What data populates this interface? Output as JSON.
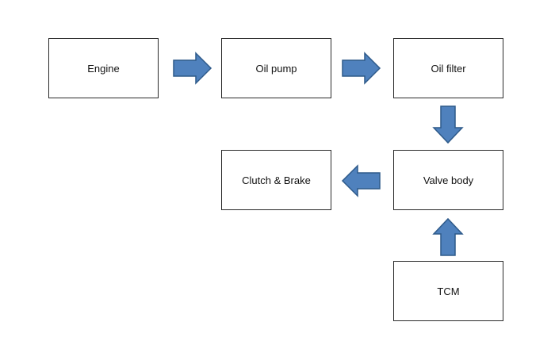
{
  "diagram": {
    "nodes": {
      "engine": "Engine",
      "oil_pump": "Oil pump",
      "oil_filter": "Oil filter",
      "valve_body": "Valve body",
      "clutch_brake": "Clutch & Brake",
      "tcm": "TCM"
    },
    "edges": [
      {
        "from": "Engine",
        "to": "Oil pump"
      },
      {
        "from": "Oil pump",
        "to": "Oil filter"
      },
      {
        "from": "Oil filter",
        "to": "Valve body"
      },
      {
        "from": "Valve body",
        "to": "Clutch & Brake"
      },
      {
        "from": "TCM",
        "to": "Valve body"
      }
    ],
    "colors": {
      "arrow_fill": "#4f81bd",
      "arrow_stroke": "#2e5a8a",
      "box_border": "#2a2a2a"
    }
  }
}
